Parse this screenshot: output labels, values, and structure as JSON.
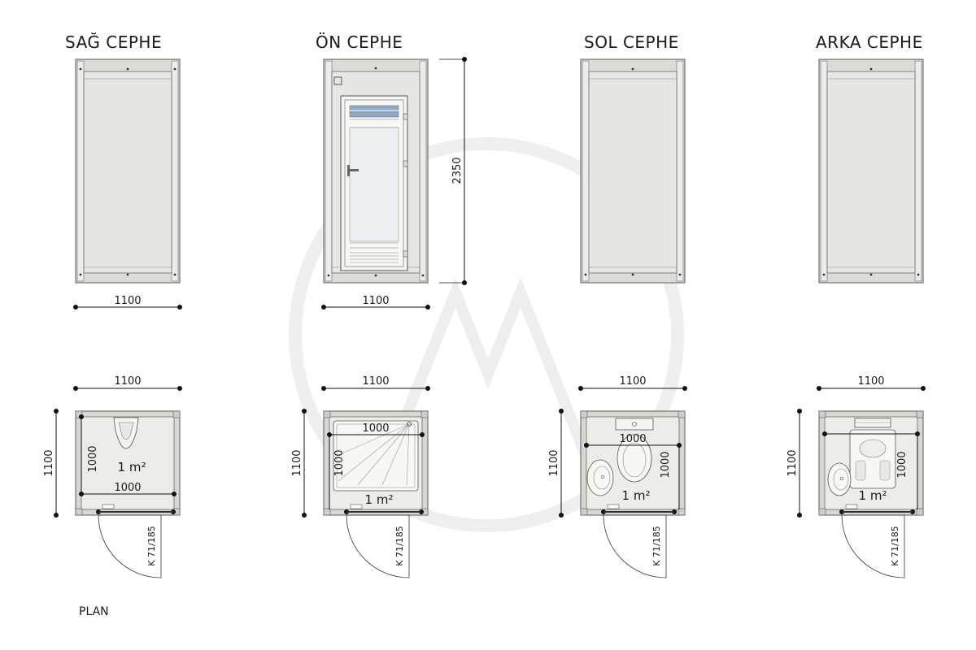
{
  "titles": {
    "right": "SAĞ CEPHE",
    "front": "ÖN CEPHE",
    "left": "SOL CEPHE",
    "back": "ARKA CEPHE"
  },
  "plan_label": "PLAN",
  "dims": {
    "width": "1100",
    "depth": "1100",
    "height": "2350",
    "inner": "1000",
    "area": "1 m²",
    "door": "K 71/185"
  },
  "colors": {
    "panel": "#e6e6e2",
    "frame": "#d8d8d3",
    "floor": "#ecece8",
    "line": "#5a5a5a",
    "glass_top": "#8ea9c4",
    "watermark": "#ececec"
  }
}
